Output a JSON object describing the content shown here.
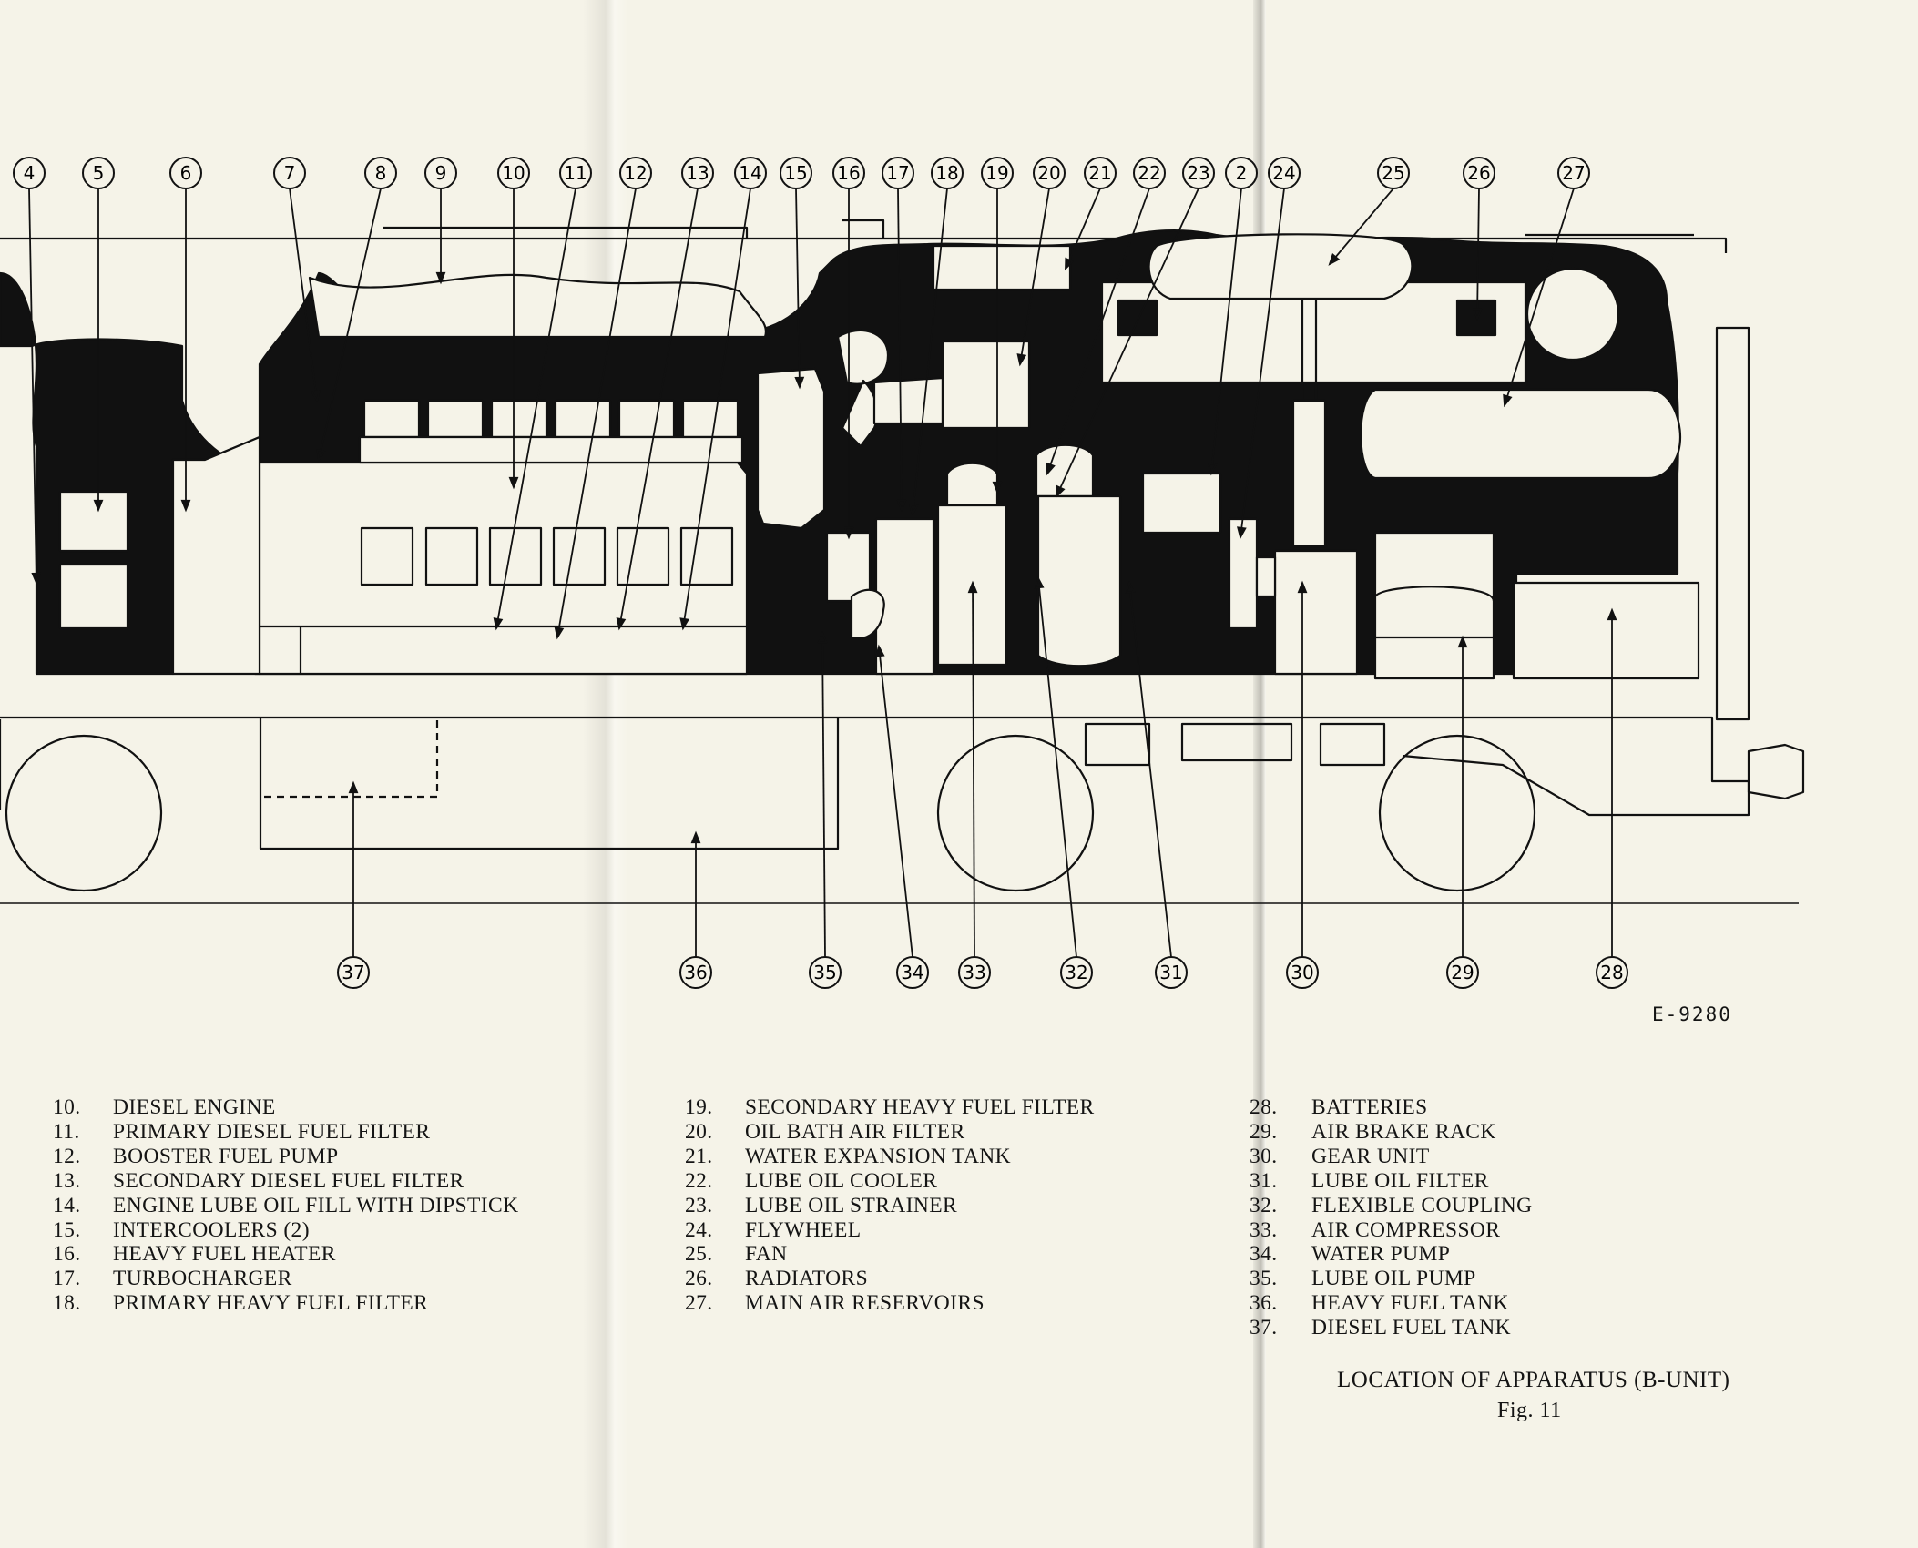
{
  "drawing_code": "E-9280",
  "callouts": [
    "4",
    "5",
    "6",
    "7",
    "8",
    "9",
    "10",
    "11",
    "12",
    "13",
    "14",
    "15",
    "16",
    "17",
    "18",
    "19",
    "20",
    "21",
    "22",
    "23",
    "2",
    "24",
    "25",
    "26",
    "27",
    "37",
    "36",
    "35",
    "34",
    "33",
    "32",
    "31",
    "30",
    "29",
    "28"
  ],
  "legend": {
    "col1": [
      {
        "num": "10.",
        "label": "DIESEL ENGINE"
      },
      {
        "num": "11.",
        "label": "PRIMARY DIESEL FUEL FILTER"
      },
      {
        "num": "12.",
        "label": "BOOSTER FUEL PUMP"
      },
      {
        "num": "13.",
        "label": "SECONDARY DIESEL FUEL FILTER"
      },
      {
        "num": "14.",
        "label": "ENGINE LUBE OIL FILL WITH DIPSTICK"
      },
      {
        "num": "15.",
        "label": "INTERCOOLERS (2)"
      },
      {
        "num": "16.",
        "label": "HEAVY FUEL HEATER"
      },
      {
        "num": "17.",
        "label": "TURBOCHARGER"
      },
      {
        "num": "18.",
        "label": "PRIMARY HEAVY FUEL FILTER"
      }
    ],
    "col2": [
      {
        "num": "19.",
        "label": "SECONDARY HEAVY FUEL FILTER"
      },
      {
        "num": "20.",
        "label": "OIL BATH AIR FILTER"
      },
      {
        "num": "21.",
        "label": "WATER EXPANSION TANK"
      },
      {
        "num": "22.",
        "label": "LUBE OIL COOLER"
      },
      {
        "num": "23.",
        "label": "LUBE OIL STRAINER"
      },
      {
        "num": "24.",
        "label": "FLYWHEEL"
      },
      {
        "num": "25.",
        "label": "FAN"
      },
      {
        "num": "26.",
        "label": "RADIATORS"
      },
      {
        "num": "27.",
        "label": "MAIN AIR RESERVOIRS"
      }
    ],
    "col3": [
      {
        "num": "28.",
        "label": "BATTERIES"
      },
      {
        "num": "29.",
        "label": "AIR BRAKE RACK"
      },
      {
        "num": "30.",
        "label": "GEAR UNIT"
      },
      {
        "num": "31.",
        "label": "LUBE OIL FILTER"
      },
      {
        "num": "32.",
        "label": "FLEXIBLE COUPLING"
      },
      {
        "num": "33.",
        "label": "AIR COMPRESSOR"
      },
      {
        "num": "34.",
        "label": "WATER PUMP"
      },
      {
        "num": "35.",
        "label": "LUBE OIL PUMP"
      },
      {
        "num": "36.",
        "label": "HEAVY FUEL TANK"
      },
      {
        "num": "37.",
        "label": "DIESEL FUEL TANK"
      }
    ]
  },
  "caption": {
    "title": "LOCATION OF APPARATUS (B-UNIT)",
    "figure": "Fig. 11"
  }
}
